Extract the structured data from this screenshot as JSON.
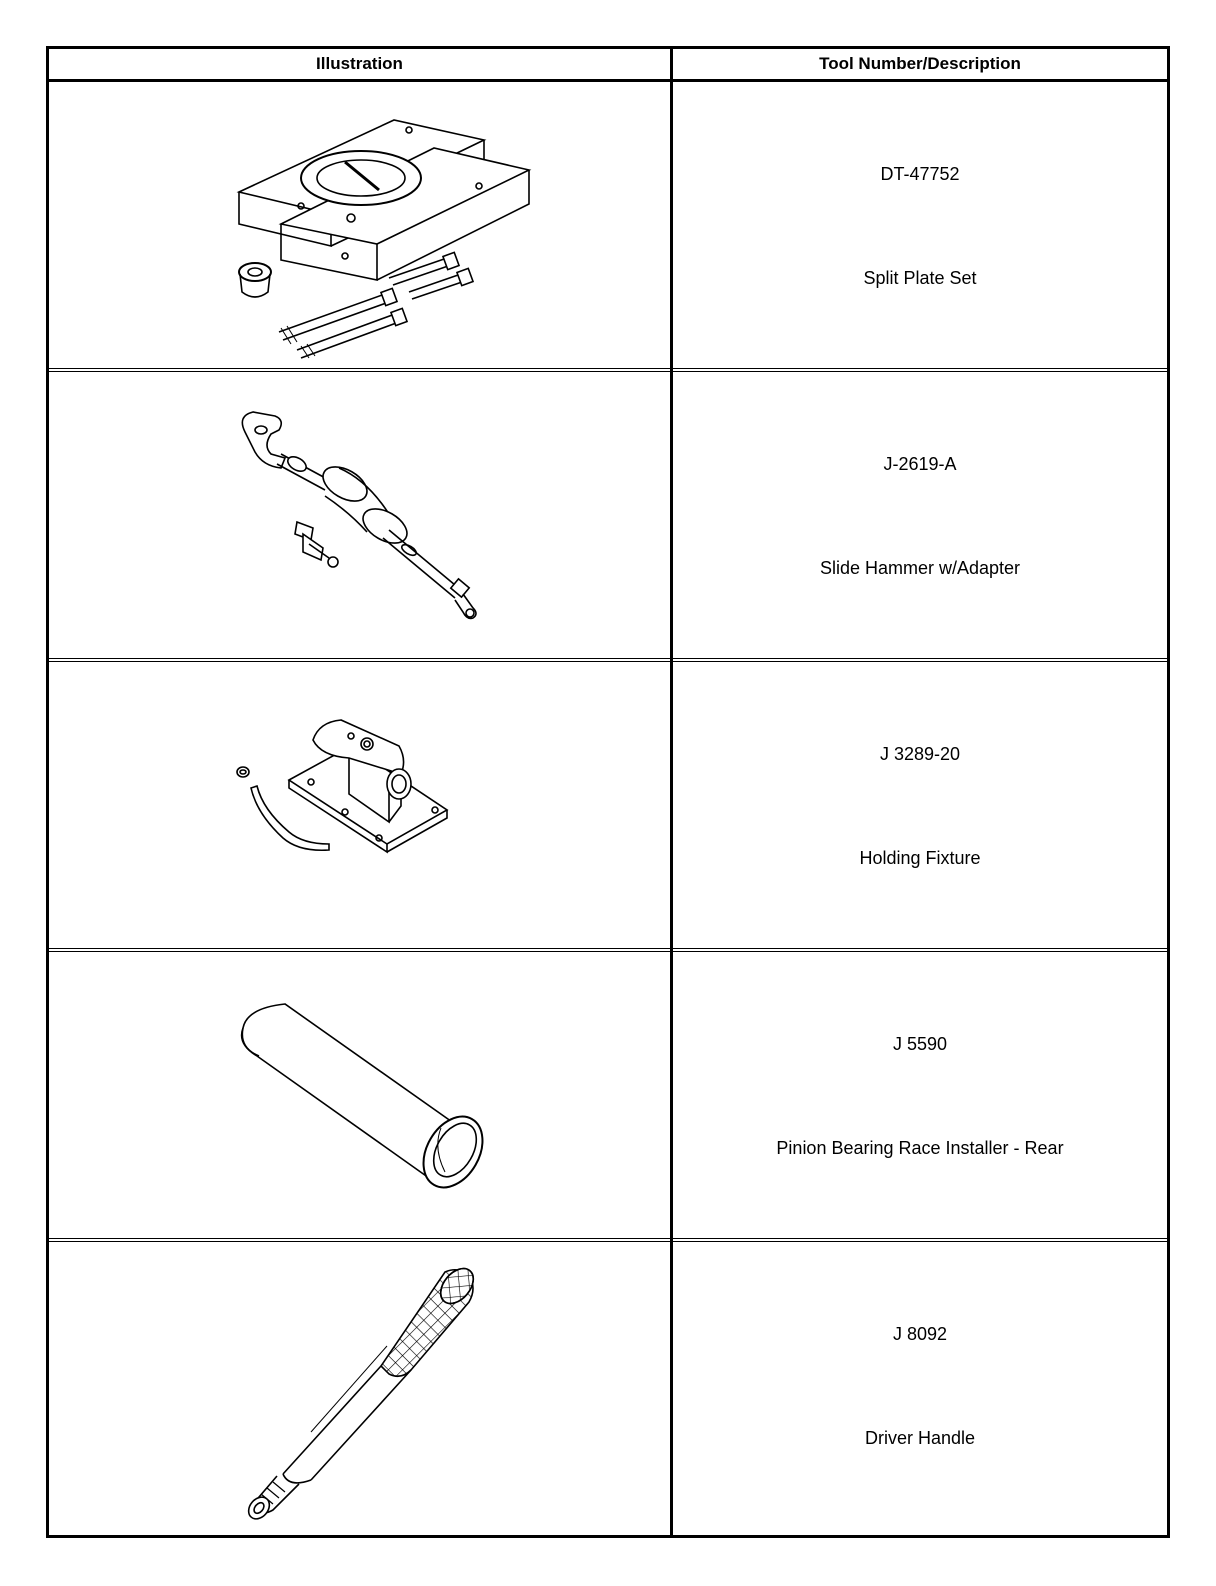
{
  "table": {
    "headers": {
      "illustration": "Illustration",
      "tool": "Tool Number/Description"
    },
    "rows": [
      {
        "number": "DT-47752",
        "description": "Split Plate Set",
        "icon": "split-plate-set-icon"
      },
      {
        "number": "J-2619-A",
        "description": "Slide Hammer w/Adapter",
        "icon": "slide-hammer-icon"
      },
      {
        "number": "J 3289-20",
        "description": "Holding Fixture",
        "icon": "holding-fixture-icon"
      },
      {
        "number": "J 5590",
        "description": "Pinion Bearing Race Installer - Rear",
        "icon": "race-installer-icon"
      },
      {
        "number": "J 8092",
        "description": "Driver Handle",
        "icon": "driver-handle-icon"
      }
    ]
  }
}
